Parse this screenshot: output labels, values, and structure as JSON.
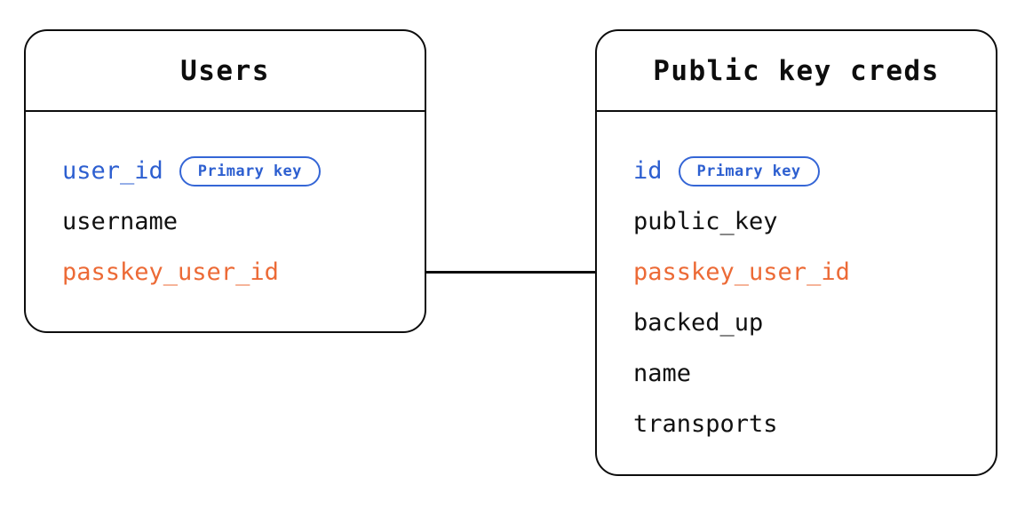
{
  "diagram": {
    "type": "entity-relationship-diagram",
    "background_color": "#ffffff",
    "colors": {
      "border": "#0d0d0d",
      "text": "#111111",
      "primary_key": "#2d5fd0",
      "foreign_key": "#ec6a36",
      "badge_border": "#3566d6"
    }
  },
  "entities": [
    {
      "id": "users",
      "title": "Users",
      "attributes": [
        {
          "name": "user_id",
          "role": "key",
          "badge": "Primary key"
        },
        {
          "name": "username",
          "role": "plain",
          "badge": null
        },
        {
          "name": "passkey_user_id",
          "role": "fk",
          "badge": null
        }
      ]
    },
    {
      "id": "public_key_creds",
      "title": "Public key creds",
      "attributes": [
        {
          "name": "id",
          "role": "key",
          "badge": "Primary key"
        },
        {
          "name": "public_key",
          "role": "plain",
          "badge": null
        },
        {
          "name": "passkey_user_id",
          "role": "fk",
          "badge": null
        },
        {
          "name": "backed_up",
          "role": "plain",
          "badge": null
        },
        {
          "name": "name",
          "role": "plain",
          "badge": null
        },
        {
          "name": "transports",
          "role": "plain",
          "badge": null
        }
      ]
    }
  ],
  "relationships": [
    {
      "id": "users-to-public-key-creds",
      "from": "users.passkey_user_id",
      "to": "public_key_creds.passkey_user_id",
      "style": "solid-line"
    }
  ]
}
